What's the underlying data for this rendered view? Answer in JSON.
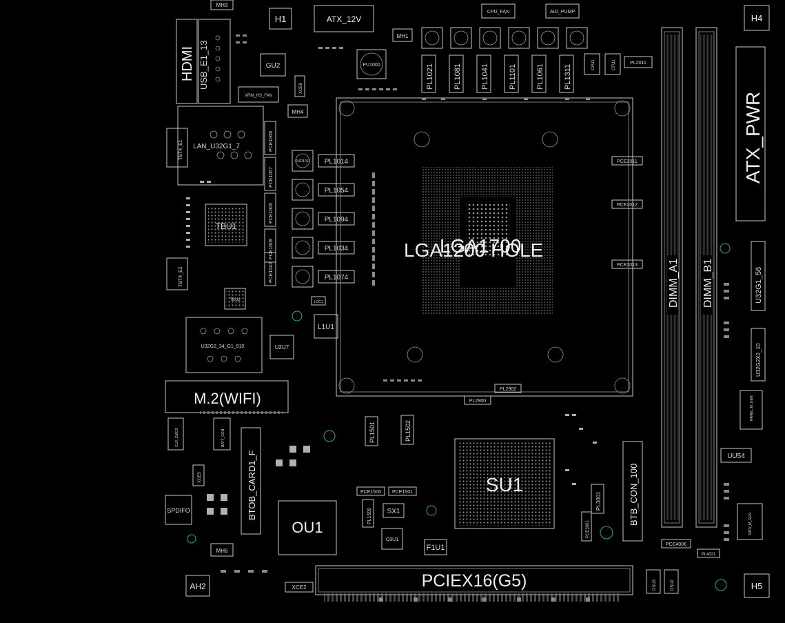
{
  "title": "",
  "colors": {
    "background": "#000000",
    "silkscreen": "#d8d8d8",
    "pad": "#8a8a8a",
    "teal": "#2aa7a7"
  },
  "labels": {
    "mh3": "MH3",
    "h1": "H1",
    "atx12v": "ATX_12V",
    "cpufan": "CPU_FAN",
    "aiopump": "AIO_PUMP",
    "h4": "H4",
    "hdmi": "HDMI",
    "usb": "USB_E1_13",
    "gu2": "GU2",
    "pu1000": "PU1000",
    "mh1": "MH1",
    "xce": "XCE8",
    "vrm": "VRM_HS_FAN",
    "mh4": "MH4",
    "pl1021": "PL1021",
    "pl1081": "PL1081",
    "pl1041": "PL1041",
    "pl1101": "PL1101",
    "pl1061": "PL1061",
    "pl1311": "PL1311",
    "pl2011": "PL2011",
    "cfu1": "CFU1",
    "cfu2": "CFU1",
    "atxpwr": "ATX_PWR",
    "tbt4e1": "TBT4_E1",
    "lan": "LAN_U32G1_7",
    "tbu1": "TBU1",
    "tbt4e2": "TBT4_E2",
    "tbu2": "TBU2",
    "pl1014": "PL1014",
    "pl1054": "PL1054",
    "pl1094": "PL1094",
    "pl1034": "PL1034",
    "pl1074": "PL1074",
    "pce1008": "PCE1008",
    "pce1007": "PCE1007",
    "pce1006": "PCE1006",
    "pce1009": "PCE1009",
    "pce1042": "PCE1042",
    "rud": "RUD1011",
    "lga1": "LGA1200 HOLE",
    "lga2": "LGA1700",
    "pce2011": "PCE2011",
    "pce2012": "PCE2012",
    "pce2013": "PCE2013",
    "dimma": "DIMM_A1",
    "dimmb": "DIMM_B1",
    "u32g1": "U32G1_56",
    "u32g2x2": "U32G2X2_10",
    "u32g2": "U32G2_34_G1_910",
    "l1u1": "L1U1",
    "u2u7": "U2U7",
    "loc1": "LOC1",
    "m2": "M.2(WIFI)",
    "pl2902": "PL2902",
    "pl2900": "PL2900",
    "pl1501": "PL1501",
    "pl1502": "PL1502",
    "su1": "SU1",
    "btbcard": "BTOB_CARD1_F",
    "btbcon": "BTB_CON_100",
    "uu54": "UU54",
    "panelmgen": "PANEL_M_GEN",
    "satam": "SATA_M_GEN",
    "spdif": "SPDIFO",
    "clrcmos": "CLR_CMOS",
    "battcon": "BATT_CON",
    "xcd": "XCE5",
    "ou1": "OU1",
    "sx1": "SX1",
    "o3u1": "O3U1",
    "f1u1": "F1U1",
    "pce1500": "PCE1500",
    "pce1501": "PCE1501",
    "pl1500": "PL1500",
    "pl3001": "PL3001",
    "pce3001": "PCE3001",
    "pce4006": "PCE4006",
    "pl4021": "PL4021",
    "mh6": "MH6",
    "ah2": "AH2",
    "xce2": "XCE2",
    "pciex16": "PCIEX16(G5)",
    "dsu3": "DSU3",
    "dsu2": "DSU2",
    "h5": "H5"
  }
}
